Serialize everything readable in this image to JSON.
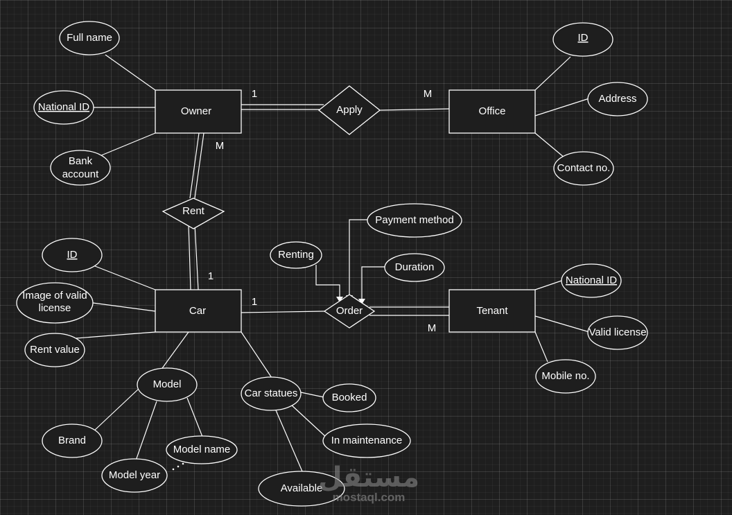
{
  "entities": {
    "owner": "Owner",
    "office": "Office",
    "car": "Car",
    "tenant": "Tenant"
  },
  "relationships": {
    "apply": "Apply",
    "rent": "Rent",
    "order": "Order"
  },
  "attributes": {
    "owner_full_name": "Full name",
    "owner_national_id": "National ID",
    "owner_bank_account_line1": "Bank",
    "owner_bank_account_line2": "account",
    "office_id": "ID",
    "office_address": "Address",
    "office_contact": "Contact no.",
    "car_id": "ID",
    "car_license_line1": "Image of valid",
    "car_license_line2": "license",
    "car_rent_value": "Rent value",
    "car_model": "Model",
    "model_brand": "Brand",
    "model_year": "Model year",
    "model_name": "Model name",
    "car_statues": "Car statues",
    "status_booked": "Booked",
    "status_maintenance": "In maintenance",
    "status_available": "Available",
    "order_payment_method": "Payment method",
    "order_duration": "Duration",
    "order_renting": "Renting",
    "tenant_national_id": "National ID",
    "tenant_valid_license": "Valid license",
    "tenant_mobile": "Mobile no."
  },
  "cardinalities": {
    "owner_apply": "1",
    "apply_office": "M",
    "owner_rent": "M",
    "rent_car": "1",
    "car_order": "1",
    "order_tenant": "M"
  },
  "watermark": {
    "arabic": "مستقل",
    "latin": "mostaql.com"
  }
}
